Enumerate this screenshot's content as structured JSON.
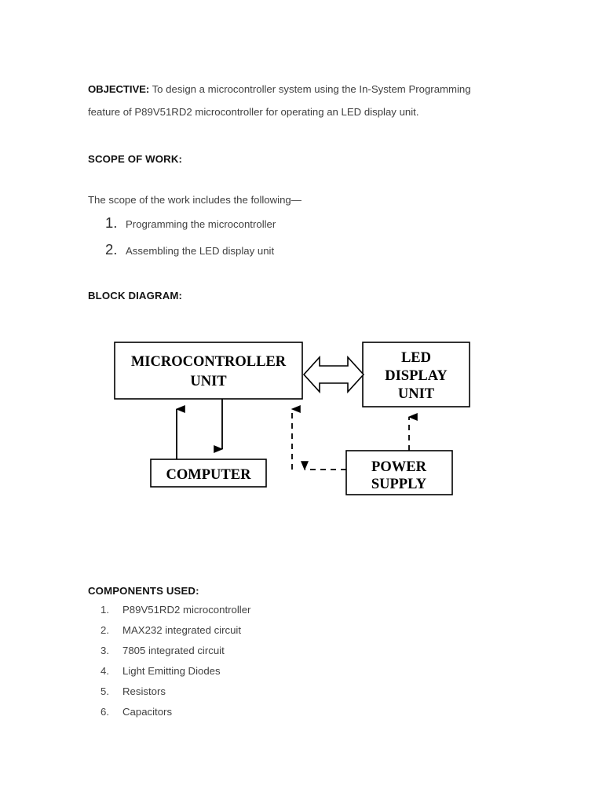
{
  "document": {
    "objective": {
      "lead_label": "OBJECTIVE:",
      "body": " To design a microcontroller system using the In-System Programming feature of P89V51RD2 microcontroller for operating an LED display unit."
    },
    "scope": {
      "heading": "SCOPE OF WORK:",
      "intro": "The scope of the work includes the following—",
      "items": [
        {
          "num": "1.",
          "text": "Programming the microcontroller"
        },
        {
          "num": "2.",
          "text": "Assembling the LED display unit"
        }
      ]
    },
    "block_diagram": {
      "heading": "BLOCK DIAGRAM:",
      "blocks": {
        "mcu": {
          "line1": "MICROCONTROLLER",
          "line2": "UNIT"
        },
        "led": {
          "line1": "LED",
          "line2": "DISPLAY",
          "line3": "UNIT"
        },
        "computer": {
          "line1": "COMPUTER"
        },
        "power": {
          "line1": "POWER",
          "line2": "SUPPLY"
        }
      },
      "connector_styles": {
        "mcu_led": "double-headed-block-arrow",
        "computer_to_mcu": "solid-arrow-up",
        "mcu_to_computer": "solid-arrow-down",
        "power_to_led": "dashed-arrow-up",
        "power_to_mcu": "dashed-elbow-arrow"
      },
      "stroke_color": "#000000",
      "fill_color": "#ffffff"
    },
    "components": {
      "heading": "COMPONENTS USED:",
      "items": [
        {
          "num": "1.",
          "text": "P89V51RD2 microcontroller"
        },
        {
          "num": "2.",
          "text": "MAX232 integrated circuit"
        },
        {
          "num": "3.",
          "text": "7805 integrated circuit"
        },
        {
          "num": "4.",
          "text": "Light Emitting Diodes"
        },
        {
          "num": "5.",
          "text": "Resistors"
        },
        {
          "num": "6.",
          "text": "Capacitors"
        }
      ]
    }
  }
}
